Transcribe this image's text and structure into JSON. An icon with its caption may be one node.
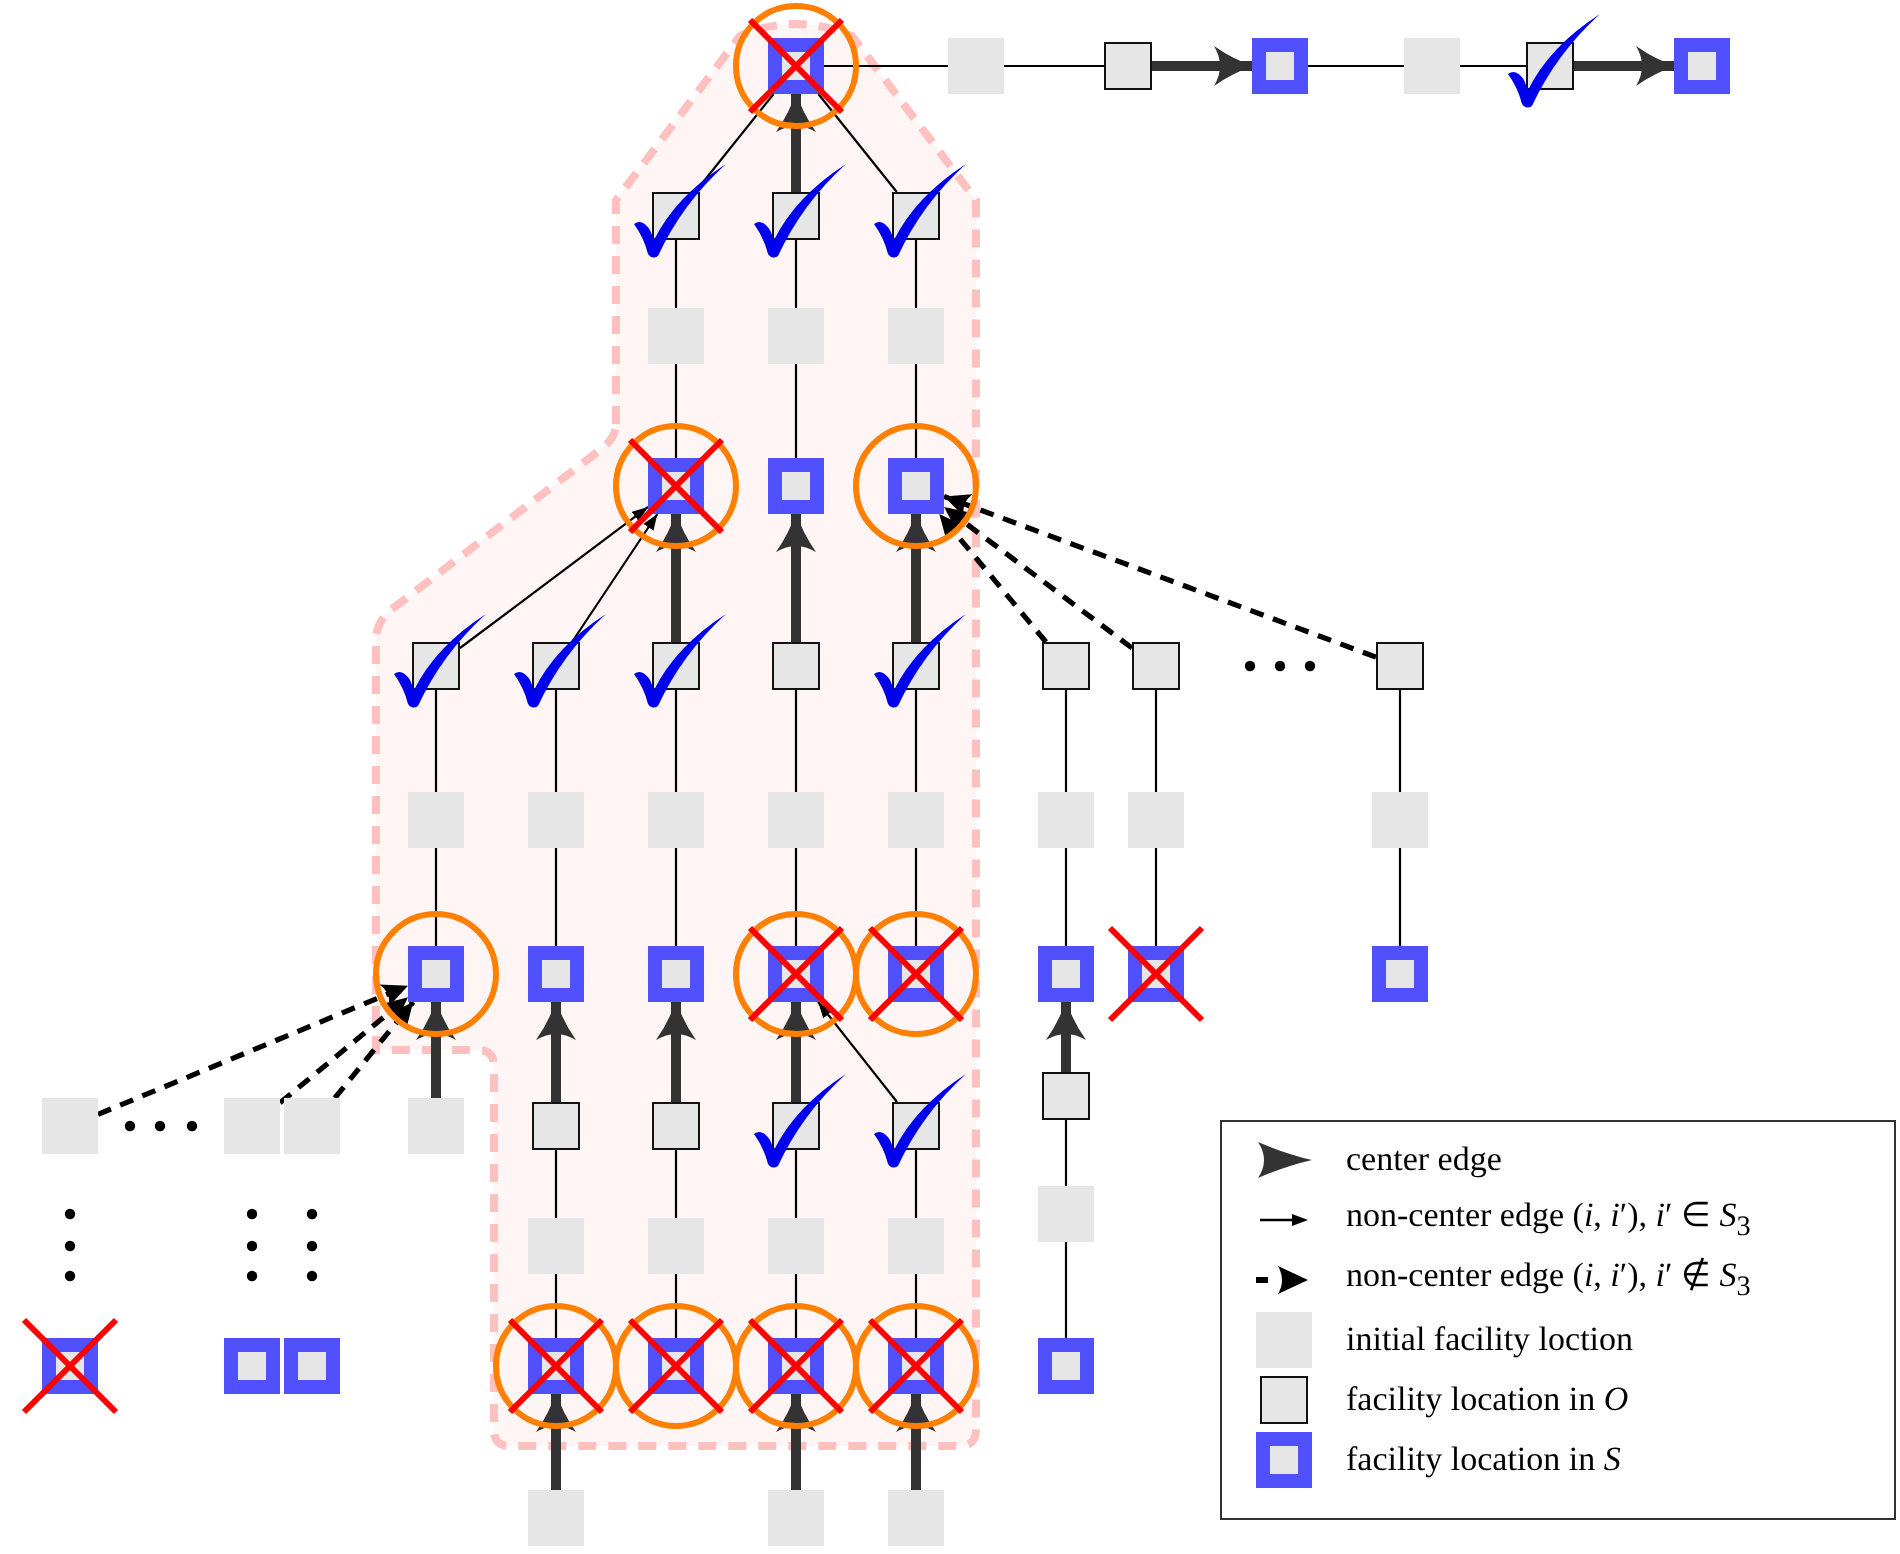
{
  "diagram": {
    "nodes": [
      {
        "text": [],
        "shape": "box"
      },
      {
        "text": [],
        "shape": "box"
      },
      {
        "text": [],
        "shape": "box"
      },
      {
        "text": [],
        "shape": "box"
      },
      {
        "text": [],
        "shape": "box"
      },
      {
        "text": [],
        "shape": "box"
      },
      {
        "text": [],
        "shape": "box"
      },
      {
        "text": [],
        "shape": "box"
      },
      {
        "text": [],
        "shape": "box"
      },
      {
        "text": [],
        "shape": "box"
      },
      {
        "text": [],
        "shape": "box"
      },
      {
        "text": [],
        "shape": "box"
      },
      {
        "text": [],
        "shape": "box"
      },
      {
        "text": [],
        "shape": "box"
      },
      {
        "text": [],
        "shape": "box"
      },
      {
        "text": [],
        "shape": "box"
      },
      {
        "text": [],
        "shape": "box"
      },
      {
        "text": [],
        "shape": "box"
      },
      {
        "text": [],
        "shape": "box"
      },
      {
        "text": [],
        "shape": "box"
      },
      {
        "text": [],
        "shape": "box"
      },
      {
        "text": [],
        "shape": "box"
      },
      {
        "text": [],
        "shape": "box"
      },
      {
        "text": [],
        "shape": "box"
      },
      {
        "text": [],
        "shape": "box"
      },
      {
        "text": [],
        "shape": "box"
      },
      {
        "text": [],
        "shape": "box"
      },
      {
        "text": [],
        "shape": "box"
      },
      {
        "text": [],
        "shape": "box"
      },
      {
        "text": [],
        "shape": "box"
      },
      {
        "text": [],
        "shape": "box"
      },
      {
        "text": [],
        "shape": "box"
      },
      {
        "text": [],
        "shape": "box"
      },
      {
        "text": [],
        "shape": "box"
      },
      {
        "text": [],
        "shape": "box"
      },
      {
        "text": [],
        "shape": "box"
      },
      {
        "text": [],
        "shape": "box"
      },
      {
        "text": [],
        "shape": "box"
      },
      {
        "text": [],
        "shape": "box"
      },
      {
        "text": [],
        "shape": "box"
      },
      {
        "text": [],
        "shape": "box"
      },
      {
        "text": [],
        "shape": "box"
      },
      {
        "text": [],
        "shape": "box"
      },
      {
        "text": [],
        "shape": "box"
      },
      {
        "text": [],
        "shape": "box"
      },
      {
        "text": [],
        "shape": "box"
      },
      {
        "text": [],
        "shape": "box"
      },
      {
        "text": [],
        "shape": "box"
      },
      {
        "text": [],
        "shape": "box"
      },
      {
        "text": [],
        "shape": "box"
      },
      {
        "text": [],
        "shape": "box"
      },
      {
        "text": [],
        "shape": "box"
      },
      {
        "text": [],
        "shape": "box"
      },
      {
        "text": [],
        "shape": "box"
      },
      {
        "text": [],
        "shape": "box"
      },
      {
        "text": [],
        "shape": "box"
      },
      {
        "text": [],
        "shape": "box"
      },
      {
        "text": [],
        "shape": "box"
      },
      {
        "text": [],
        "shape": "box"
      },
      {
        "text": [],
        "shape": "box"
      },
      {
        "text": [],
        "shape": "box"
      },
      {
        "text": [],
        "shape": "box"
      },
      {
        "text": [],
        "shape": "box"
      },
      {
        "text": [],
        "shape": "box"
      },
      {
        "text": [],
        "shape": "box"
      }
    ],
    "edges": [
      {
        "from": 0,
        "to": 1,
        "arrow": "none"
      },
      {
        "from": 1,
        "to": 2,
        "arrow": "none"
      },
      {
        "from": 2,
        "to": 3,
        "arrow": "to",
        "style": "thick"
      },
      {
        "from": 3,
        "to": 4,
        "arrow": "none"
      },
      {
        "from": 4,
        "to": 5,
        "arrow": "none"
      },
      {
        "from": 5,
        "to": 6,
        "arrow": "to",
        "style": "thick"
      },
      {
        "from": 7,
        "to": 0,
        "arrow": "none"
      },
      {
        "from": 8,
        "to": 0,
        "arrow": "to",
        "style": "thick"
      },
      {
        "from": 9,
        "to": 0,
        "arrow": "none"
      },
      {
        "from": 7,
        "to": 10,
        "arrow": "none"
      },
      {
        "from": 8,
        "to": 11,
        "arrow": "none"
      },
      {
        "from": 9,
        "to": 12,
        "arrow": "none"
      },
      {
        "from": 10,
        "to": 13,
        "arrow": "none"
      },
      {
        "from": 11,
        "to": 14,
        "arrow": "none"
      },
      {
        "from": 12,
        "to": 15,
        "arrow": "none"
      },
      {
        "from": 16,
        "to": 13,
        "arrow": "to"
      },
      {
        "from": 17,
        "to": 13,
        "arrow": "to"
      },
      {
        "from": 18,
        "to": 13,
        "arrow": "to",
        "style": "thick"
      },
      {
        "from": 19,
        "to": 14,
        "arrow": "to",
        "style": "thick"
      },
      {
        "from": 20,
        "to": 15,
        "arrow": "to",
        "style": "thick"
      },
      {
        "from": 21,
        "to": 15,
        "arrow": "to",
        "style": "dashed"
      },
      {
        "from": 22,
        "to": 15,
        "arrow": "to",
        "style": "dashed"
      },
      {
        "from": 23,
        "to": 15,
        "arrow": "to",
        "style": "dashed"
      },
      {
        "from": 16,
        "to": 24,
        "arrow": "none"
      },
      {
        "from": 24,
        "to": 32,
        "arrow": "none"
      },
      {
        "from": 17,
        "to": 25,
        "arrow": "none"
      },
      {
        "from": 25,
        "to": 33,
        "arrow": "none"
      },
      {
        "from": 18,
        "to": 26,
        "arrow": "none"
      },
      {
        "from": 26,
        "to": 34,
        "arrow": "none"
      },
      {
        "from": 19,
        "to": 27,
        "arrow": "none"
      },
      {
        "from": 27,
        "to": 35,
        "arrow": "none"
      },
      {
        "from": 20,
        "to": 28,
        "arrow": "none"
      },
      {
        "from": 28,
        "to": 36,
        "arrow": "none"
      },
      {
        "from": 21,
        "to": 29,
        "arrow": "none"
      },
      {
        "from": 29,
        "to": 37,
        "arrow": "none"
      },
      {
        "from": 22,
        "to": 30,
        "arrow": "none"
      },
      {
        "from": 30,
        "to": 38,
        "arrow": "none"
      },
      {
        "from": 23,
        "to": 31,
        "arrow": "none"
      },
      {
        "from": 31,
        "to": 39,
        "arrow": "none"
      },
      {
        "from": 40,
        "to": 32,
        "arrow": "to",
        "style": "dashed"
      },
      {
        "from": 41,
        "to": 32,
        "arrow": "to",
        "style": "dashed"
      },
      {
        "from": 42,
        "to": 32,
        "arrow": "to",
        "style": "dashed"
      },
      {
        "from": 43,
        "to": 32,
        "arrow": "to",
        "style": "thick"
      },
      {
        "from": 44,
        "to": 33,
        "arrow": "to",
        "style": "thick"
      },
      {
        "from": 45,
        "to": 34,
        "arrow": "to",
        "style": "thick"
      },
      {
        "from": 46,
        "to": 35,
        "arrow": "to",
        "style": "thick"
      },
      {
        "from": 47,
        "to": 35,
        "arrow": "to"
      },
      {
        "from": 48,
        "to": 37,
        "arrow": "to",
        "style": "thick"
      },
      {
        "from": 48,
        "to": 49,
        "arrow": "none"
      },
      {
        "from": 49,
        "to": 61,
        "arrow": "none"
      },
      {
        "from": 44,
        "to": 50,
        "arrow": "none"
      },
      {
        "from": 50,
        "to": 57,
        "arrow": "none"
      },
      {
        "from": 45,
        "to": 51,
        "arrow": "none"
      },
      {
        "from": 51,
        "to": 58,
        "arrow": "none"
      },
      {
        "from": 46,
        "to": 52,
        "arrow": "none"
      },
      {
        "from": 52,
        "to": 59,
        "arrow": "none"
      },
      {
        "from": 47,
        "to": 53,
        "arrow": "none"
      },
      {
        "from": 53,
        "to": 60,
        "arrow": "none"
      },
      {
        "from": 62,
        "to": 57,
        "arrow": "to",
        "style": "thick"
      },
      {
        "from": 63,
        "to": 59,
        "arrow": "to",
        "style": "thick"
      },
      {
        "from": 64,
        "to": 60,
        "arrow": "to",
        "style": "thick"
      }
    ],
    "legend": [
      {
        "text": "center edge"
      },
      {
        "text": "non-center edge (*i*, *i*′), *i*′ ∈ *S*$_{3}$"
      },
      {
        "text": "non-center edge (*i*, *i*′), *i*′ ∉ *S*$_{3}$"
      },
      {
        "text": "initial facility loction",
        "color": "#e6e6e6"
      },
      {
        "text": "facility location in *O*"
      },
      {
        "text": "facility location in *S*"
      }
    ]
  }
}
